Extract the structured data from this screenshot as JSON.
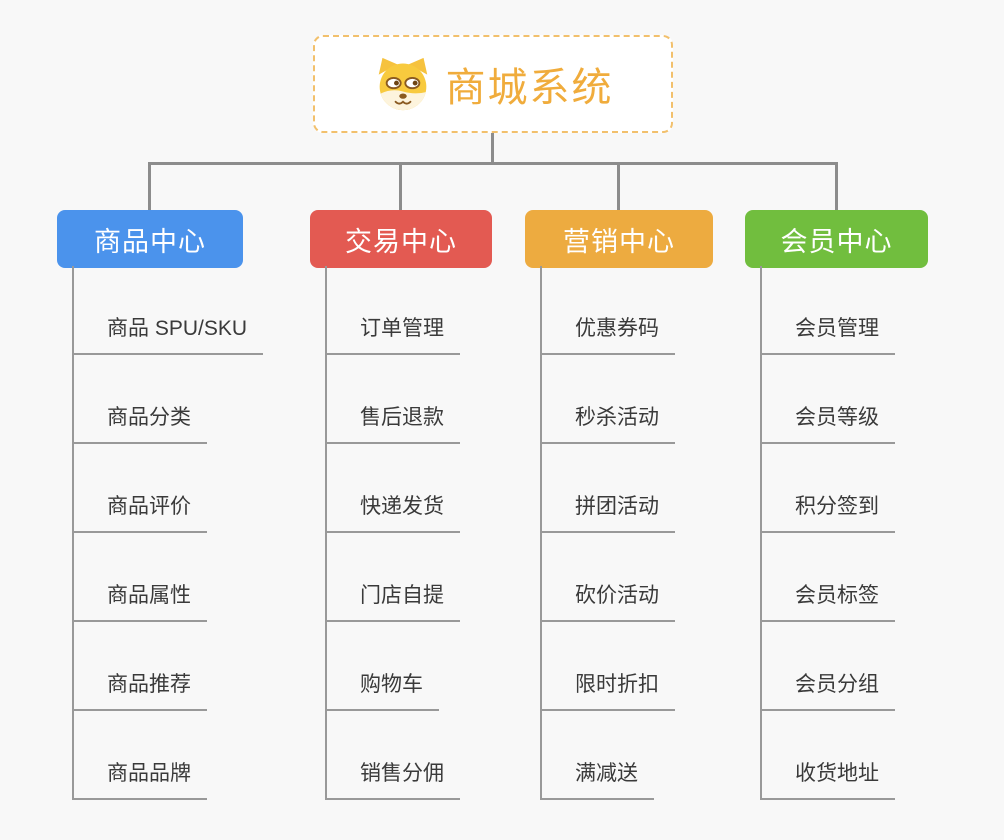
{
  "colors": {
    "canvas_bg": "#f8f8f8",
    "connector": "#8c8c8c",
    "tree_line": "#999999",
    "child_text": "#3a3a3a",
    "root_text": "#f0ac3c",
    "root_border": "#f2c06c"
  },
  "root": {
    "title": "商城系统",
    "icon": "dog-face-icon"
  },
  "branches": [
    {
      "label": "商品中心",
      "color": "#4b93ec",
      "children": [
        "商品 SPU/SKU",
        "商品分类",
        "商品评价",
        "商品属性",
        "商品推荐",
        "商品品牌"
      ]
    },
    {
      "label": "交易中心",
      "color": "#e35a52",
      "children": [
        "订单管理",
        "售后退款",
        "快递发货",
        "门店自提",
        "购物车",
        "销售分佣"
      ]
    },
    {
      "label": "营销中心",
      "color": "#edab40",
      "children": [
        "优惠券码",
        "秒杀活动",
        "拼团活动",
        "砍价活动",
        "限时折扣",
        "满减送"
      ]
    },
    {
      "label": "会员中心",
      "color": "#71be3e",
      "children": [
        "会员管理",
        "会员等级",
        "积分签到",
        "会员标签",
        "会员分组",
        "收货地址"
      ]
    }
  ]
}
